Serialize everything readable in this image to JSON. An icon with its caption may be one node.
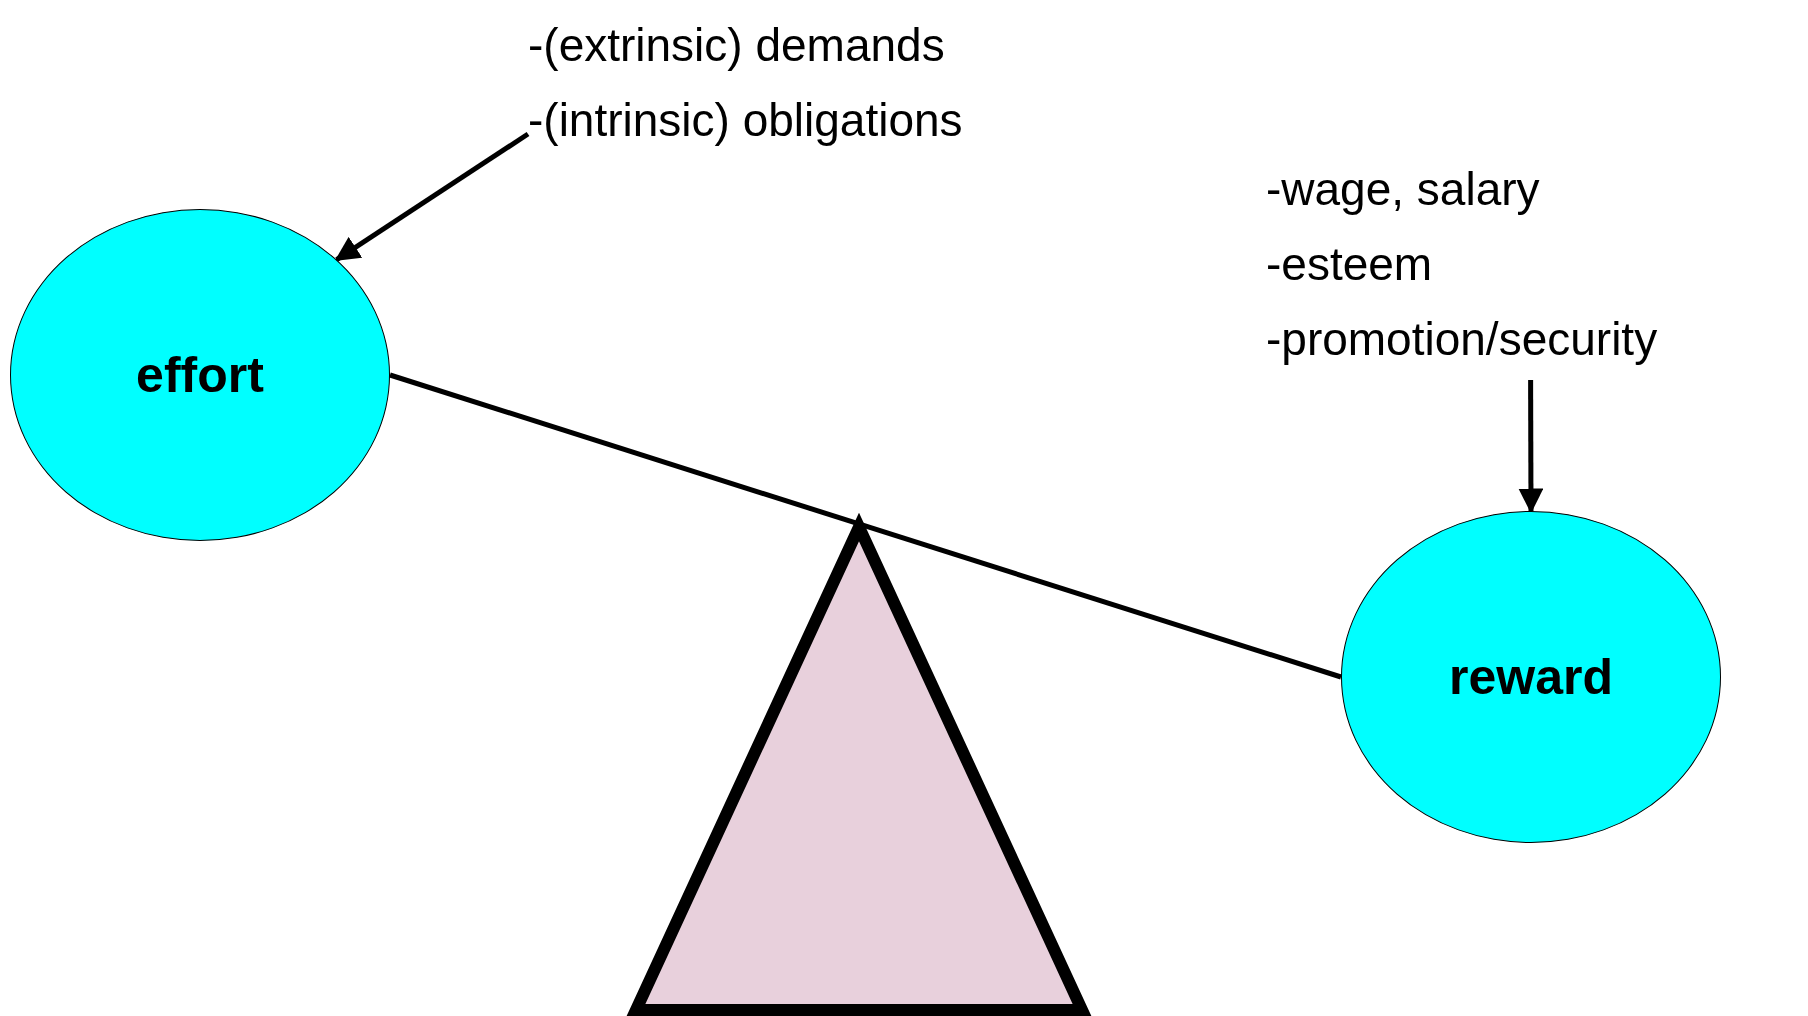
{
  "diagram": {
    "nodes": [
      {
        "text": [
          "-(extrinsic) demands",
          "-(intrinsic) obligations"
        ]
      },
      {
        "text": [
          "effort"
        ]
      },
      {
        "text": [
          "-wage, salary",
          "-esteem",
          "-promotion/security"
        ]
      },
      {
        "text": [
          "reward"
        ]
      },
      {
        "text": [],
        "shape": "triangle"
      }
    ],
    "edges": [
      {
        "from": 0,
        "to": 1,
        "arrow": "to"
      },
      {
        "from": 1,
        "to": 3,
        "arrow": "none"
      },
      {
        "from": 2,
        "to": 3,
        "arrow": "to"
      }
    ]
  }
}
